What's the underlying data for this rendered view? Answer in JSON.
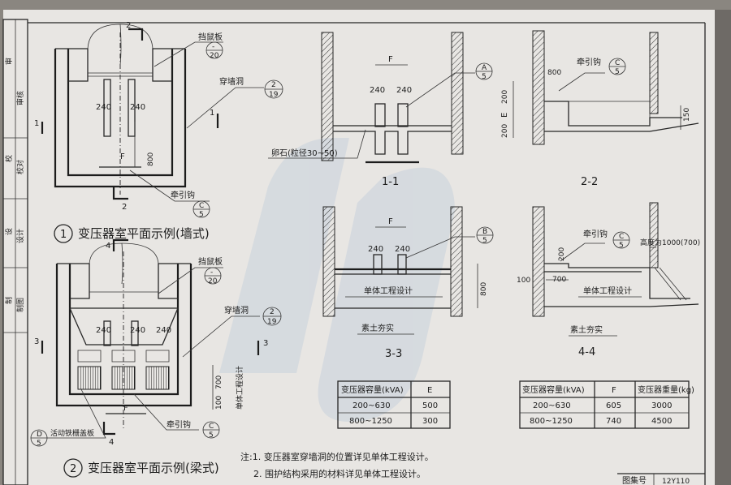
{
  "sidebar": {
    "cells": [
      "审核",
      "校对",
      "设计",
      "制图"
    ],
    "sign_marks": [
      "审",
      "校",
      "设",
      "制"
    ]
  },
  "plan1": {
    "title": "变压器室平面示例(墙式)",
    "number": "1",
    "labels": {
      "rat_board": "挡鼠板",
      "wall_hole": "穿墙洞",
      "pull_hook": "牵引钩",
      "dim_240a": "240",
      "dim_240b": "240",
      "dim_800": "800",
      "dim_F": "F",
      "sec_2_top": "2",
      "sec_2_bot": "2",
      "sec_1_left": "1",
      "sec_1_right": "1"
    },
    "refs": {
      "rat_board": {
        "top": "-",
        "bottom": "20"
      },
      "wall_hole": {
        "top": "2",
        "bottom": "19"
      },
      "pull_hook": {
        "top": "C",
        "bottom": "5"
      }
    }
  },
  "plan2": {
    "title": "变压器室平面示例(梁式)",
    "number": "2",
    "labels": {
      "rat_board": "挡鼠板",
      "wall_hole": "穿墙洞",
      "pull_hook": "牵引钩",
      "cover_plate": "活动铁栅盖板",
      "dim_240a": "240",
      "dim_240b": "240",
      "dim_240c": "240",
      "dim_700": "700",
      "dim_100": "100",
      "dim_F": "F",
      "unit_design": "单体工程设计",
      "sec_4_top": "4",
      "sec_4_bot": "4",
      "sec_3_left": "3",
      "sec_3_right": "3"
    },
    "refs": {
      "rat_board": {
        "top": "-",
        "bottom": "20"
      },
      "wall_hole": {
        "top": "2",
        "bottom": "19"
      },
      "pull_hook": {
        "top": "C",
        "bottom": "5"
      },
      "cover_plate": {
        "top": "D",
        "bottom": "5"
      }
    }
  },
  "section11": {
    "title": "1-1",
    "labels": {
      "dim_F": "F",
      "dim_240a": "240",
      "dim_240b": "240",
      "pebble": "卵石(粒径30~50)"
    },
    "ref": {
      "top": "A",
      "bottom": "5"
    }
  },
  "section22": {
    "title": "2-2",
    "labels": {
      "pull_hook": "牵引钩",
      "dim_800": "800",
      "dim_200a": "200",
      "dim_E": "E",
      "dim_200b": "200",
      "dim_150": "150"
    },
    "ref": {
      "top": "C",
      "bottom": "5"
    }
  },
  "section33": {
    "title": "3-3",
    "labels": {
      "dim_F": "F",
      "dim_240a": "240",
      "dim_240b": "240",
      "unit_design": "单体工程设计",
      "dim_800": "800",
      "soil": "素土夯实"
    },
    "ref": {
      "top": "B",
      "bottom": "5"
    }
  },
  "section44": {
    "title": "4-4",
    "labels": {
      "pull_hook": "牵引钩",
      "dim_200": "200",
      "dim_100": "100",
      "dim_700": "700",
      "unit_design": "单体工程设计",
      "height_note": "高度为1000(700)",
      "soil": "素土夯实"
    },
    "ref": {
      "top": "C",
      "bottom": "5"
    }
  },
  "table_E": {
    "headers": [
      "变压器容量(kVA)",
      "E"
    ],
    "rows": [
      [
        "200~630",
        "500"
      ],
      [
        "800~1250",
        "300"
      ]
    ]
  },
  "table_F": {
    "headers": [
      "变压器容量(kVA)",
      "F",
      "变压器重量(kg)"
    ],
    "rows": [
      [
        "200~630",
        "605",
        "3000"
      ],
      [
        "800~1250",
        "740",
        "4500"
      ]
    ]
  },
  "notes": {
    "line1": "注:1. 变压器室穿墙洞的位置详见单体工程设计。",
    "line2": "2. 围护结构采用的材料详见单体工程设计。"
  },
  "footer": {
    "atlas_label": "图集号",
    "atlas_number": "12Y110"
  },
  "colors": {
    "paper": "#e8e6e3",
    "ink": "#1d1d1d",
    "watermark": "#b5c6d8"
  }
}
